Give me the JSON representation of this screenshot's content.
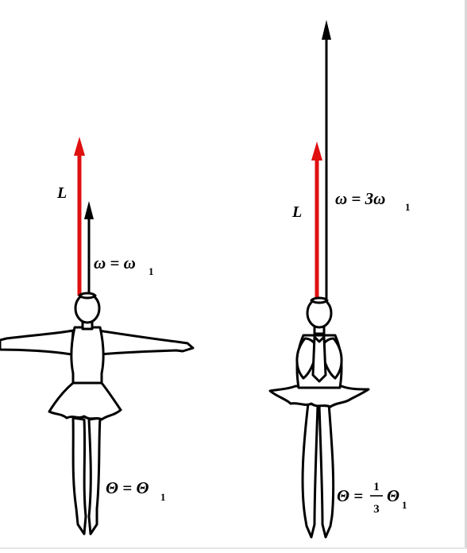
{
  "colors": {
    "angular_momentum_arrow": "#e01010",
    "angular_velocity_arrow": "#000000",
    "outline": "#000000",
    "background": "#ffffff"
  },
  "left_dancer": {
    "L_label": "L",
    "omega_label": "ω = ω",
    "omega_subscript": "1",
    "theta_label": "Θ = Θ",
    "theta_subscript": "1",
    "pose": "arms-extended"
  },
  "right_dancer": {
    "L_label": "L",
    "omega_label": "ω = 3ω",
    "omega_subscript": "1",
    "theta_prefix": "Θ =",
    "theta_fraction_numerator": "1",
    "theta_fraction_denominator": "3",
    "theta_symbol": "Θ",
    "theta_subscript": "1",
    "pose": "arms-folded"
  }
}
